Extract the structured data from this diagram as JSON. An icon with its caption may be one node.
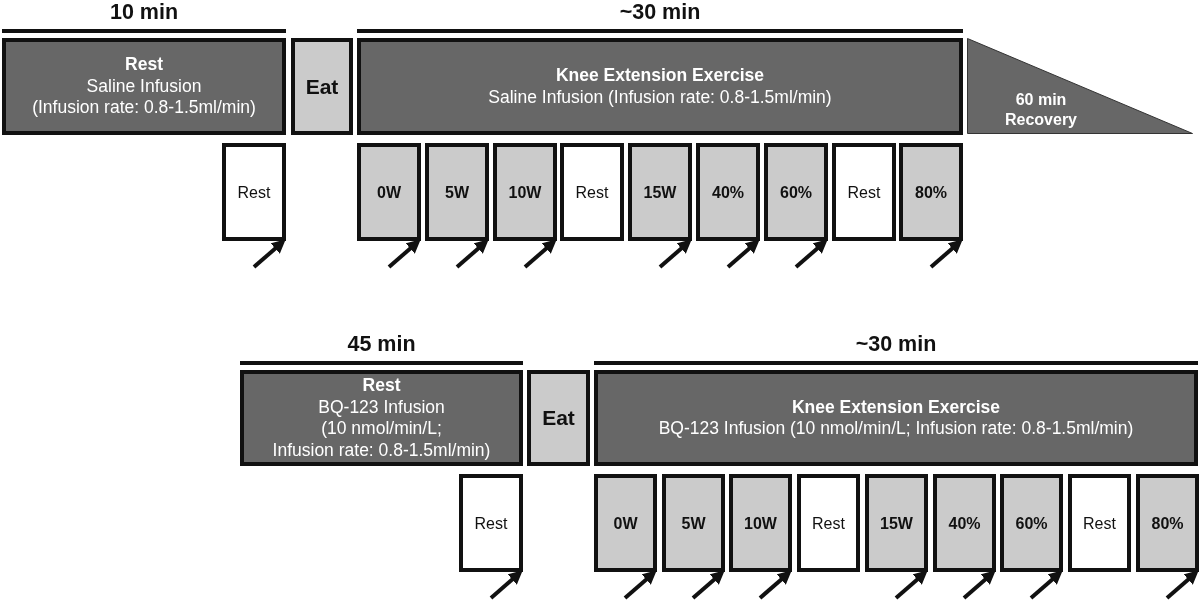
{
  "diagram": {
    "nodes": [
      {
        "text": [
          "Rest",
          "Saline Infusion",
          "(Infusion rate: 0.8-1.5ml/min)"
        ],
        "beside": [
          "10 min"
        ]
      },
      {
        "text": [
          "Eat"
        ]
      },
      {
        "text": [
          "Knee Extension Exercise",
          "Saline Infusion (Infusion rate: 0.8-1.5ml/min)"
        ],
        "beside": [
          "~30 min"
        ]
      },
      {
        "text": [
          "60 min Recovery"
        ]
      },
      {
        "text": [
          "Rest"
        ]
      },
      {
        "text": [
          "0W"
        ]
      },
      {
        "text": [
          "5W"
        ]
      },
      {
        "text": [
          "10W"
        ]
      },
      {
        "text": [
          "Rest"
        ]
      },
      {
        "text": [
          "15W"
        ]
      },
      {
        "text": [
          "40%"
        ]
      },
      {
        "text": [
          "60%"
        ]
      },
      {
        "text": [
          "Rest"
        ]
      },
      {
        "text": [
          "80%"
        ]
      },
      {
        "text": [
          "Rest",
          "BQ-123 Infusion",
          "(10 nmol/min/L;",
          "Infusion rate: 0.8-1.5ml/min)"
        ],
        "beside": [
          "45 min"
        ]
      },
      {
        "text": [
          "Eat"
        ]
      },
      {
        "text": [
          "Knee Extension Exercise",
          "BQ-123 Infusion (10 nmol/min/L; Infusion rate: 0.8-1.5ml/min)"
        ],
        "beside": [
          "~30 min"
        ]
      },
      {
        "text": [
          "Rest"
        ]
      },
      {
        "text": [
          "0W"
        ]
      },
      {
        "text": [
          "5W"
        ]
      },
      {
        "text": [
          "10W"
        ]
      },
      {
        "text": [
          "Rest"
        ]
      },
      {
        "text": [
          "15W"
        ]
      },
      {
        "text": [
          "40%"
        ]
      },
      {
        "text": [
          "60%"
        ]
      },
      {
        "text": [
          "Rest"
        ]
      },
      {
        "text": [
          "80%"
        ]
      }
    ],
    "edges": [
      {
        "from": null,
        "to": 4,
        "arrow": "to"
      },
      {
        "from": null,
        "to": 5,
        "arrow": "to"
      },
      {
        "from": null,
        "to": 6,
        "arrow": "to"
      },
      {
        "from": null,
        "to": 7,
        "arrow": "to"
      },
      {
        "from": null,
        "to": 9,
        "arrow": "to"
      },
      {
        "from": null,
        "to": 10,
        "arrow": "to"
      },
      {
        "from": null,
        "to": 11,
        "arrow": "to"
      },
      {
        "from": null,
        "to": 13,
        "arrow": "to"
      },
      {
        "from": null,
        "to": 17,
        "arrow": "to"
      },
      {
        "from": null,
        "to": 18,
        "arrow": "to"
      },
      {
        "from": null,
        "to": 19,
        "arrow": "to"
      },
      {
        "from": null,
        "to": 20,
        "arrow": "to"
      },
      {
        "from": null,
        "to": 22,
        "arrow": "to"
      },
      {
        "from": null,
        "to": 23,
        "arrow": "to"
      },
      {
        "from": null,
        "to": 24,
        "arrow": "to"
      },
      {
        "from": null,
        "to": 26,
        "arrow": "to"
      }
    ]
  }
}
